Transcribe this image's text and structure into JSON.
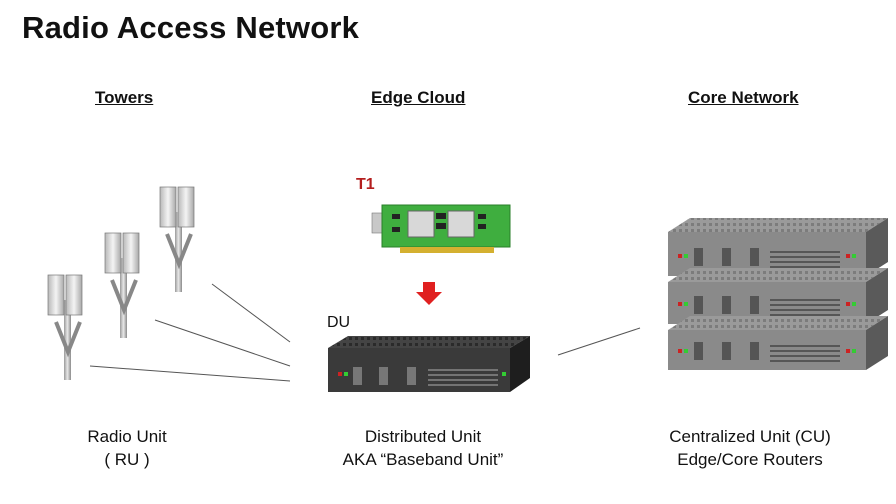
{
  "title": "Radio Access Network",
  "columns": {
    "towers": {
      "heading": "Towers",
      "caption_line1": "Radio Unit",
      "caption_line2": "( RU )"
    },
    "edge": {
      "heading": "Edge Cloud",
      "card_label": "T1",
      "du_label": "DU",
      "caption_line1": "Distributed Unit",
      "caption_line2": "AKA “Baseband Unit”"
    },
    "core": {
      "heading": "Core Network",
      "caption_line1": "Centralized Unit (CU)",
      "caption_line2": "Edge/Core Routers"
    }
  },
  "colors": {
    "arrow": "#e02020",
    "card_label": "#b41e1e",
    "server_body": "#3a3a3a",
    "router_body": "#8a8a8a",
    "card_pcb": "#3fae3f"
  }
}
